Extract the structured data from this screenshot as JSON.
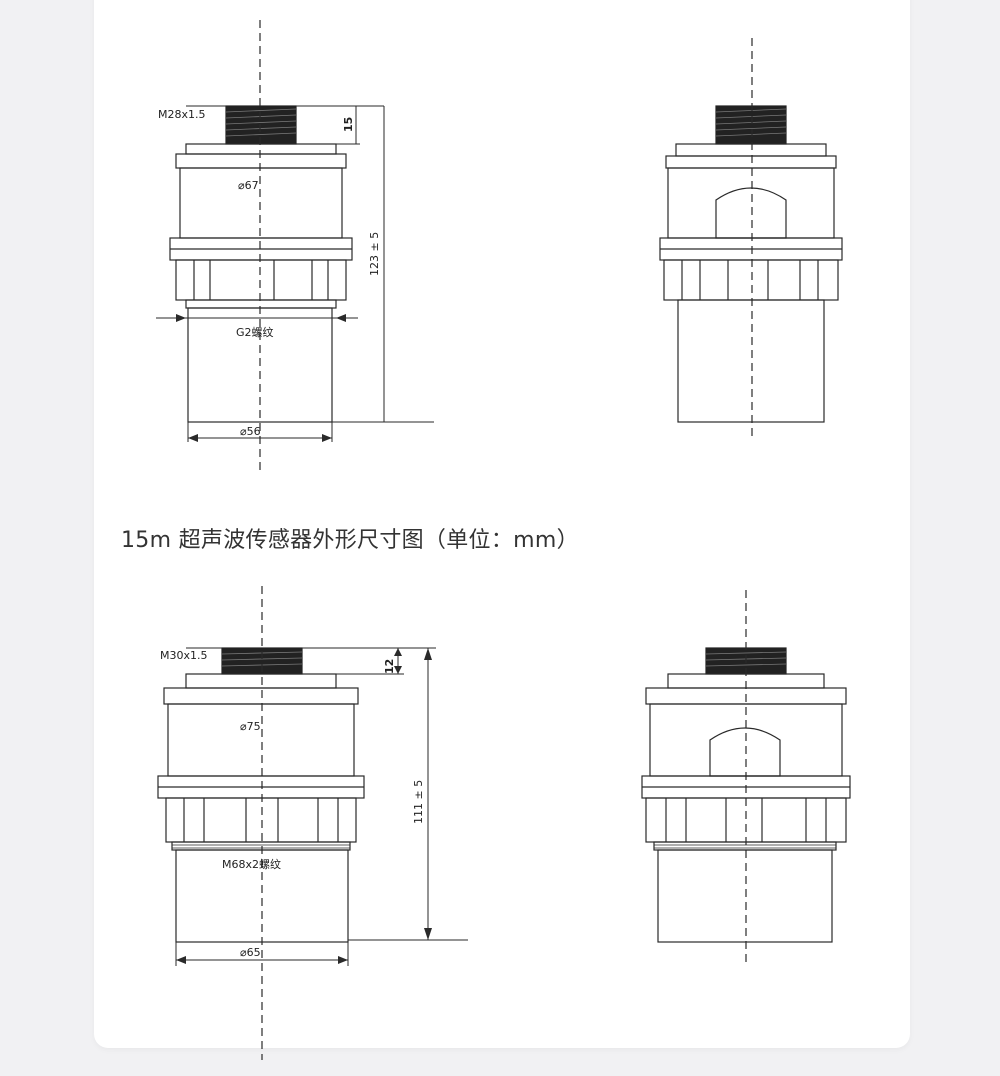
{
  "caption": "15m 超声波传感器外形尺寸图（单位：mm）",
  "drawing_top": {
    "thread_label": "M28x1.5",
    "top_height": "15",
    "body_diameter": "⌀67",
    "mount_thread": "G2螺纹",
    "total_height": "123 ± 5",
    "bottom_diameter": "⌀56"
  },
  "drawing_bottom": {
    "thread_label": "M30x1.5",
    "top_height": "12",
    "body_diameter": "⌀75",
    "mount_thread": "M68x2螺纹",
    "total_height": "111 ± 5",
    "bottom_diameter": "⌀65"
  },
  "colors": {
    "line": "#2a2a2a",
    "thread": "#222222",
    "card": "#ffffff",
    "page": "#f1f1f3"
  }
}
